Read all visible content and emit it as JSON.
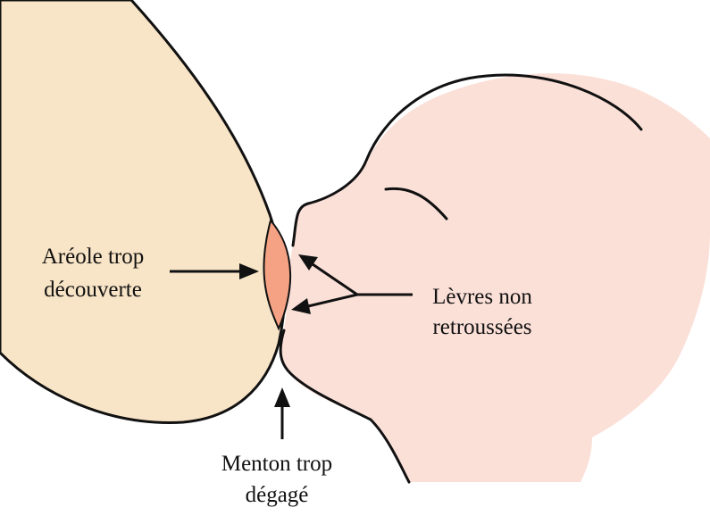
{
  "labels": {
    "areola_line1": "Aréole trop",
    "areola_line2": "découverte",
    "lips_line1": "Lèvres non",
    "lips_line2": "retroussées",
    "chin_line1": "Menton trop",
    "chin_line2": "dégagé"
  },
  "colors": {
    "breast_fill": "#f8e4c6",
    "baby_fill": "#fbe0d8",
    "areola_fill": "#f4a283",
    "outline": "#111111",
    "text": "#111111",
    "background": "#ffffff"
  }
}
